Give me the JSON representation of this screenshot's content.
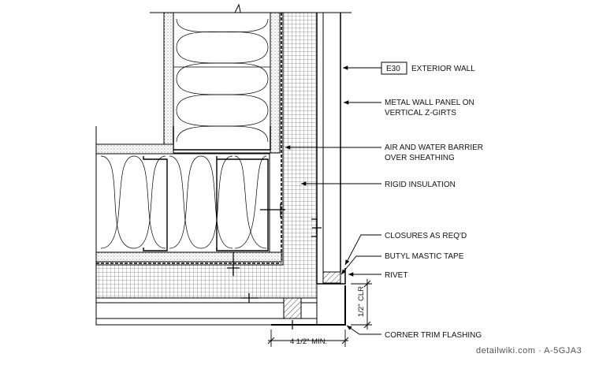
{
  "callouts": {
    "tag": "E30",
    "exterior_wall": "EXTERIOR WALL",
    "metal_panel_1": "METAL WALL PANEL ON",
    "metal_panel_2": "VERTICAL Z-GIRTS",
    "barrier_1": "AIR AND WATER BARRIER",
    "barrier_2": "OVER SHEATHING",
    "rigid": "RIGID INSULATION",
    "closures": "CLOSURES AS REQ'D",
    "butyl": "BUTYL MASTIC TAPE",
    "rivet": "RIVET",
    "corner_trim": "CORNER TRIM FLASHING"
  },
  "dimensions": {
    "min_width": "4 1/2\" MIN.",
    "clr_1": "1/2\"",
    "clr_2": "CLR"
  },
  "watermark": "detailwiki.com · A-5GJA3"
}
